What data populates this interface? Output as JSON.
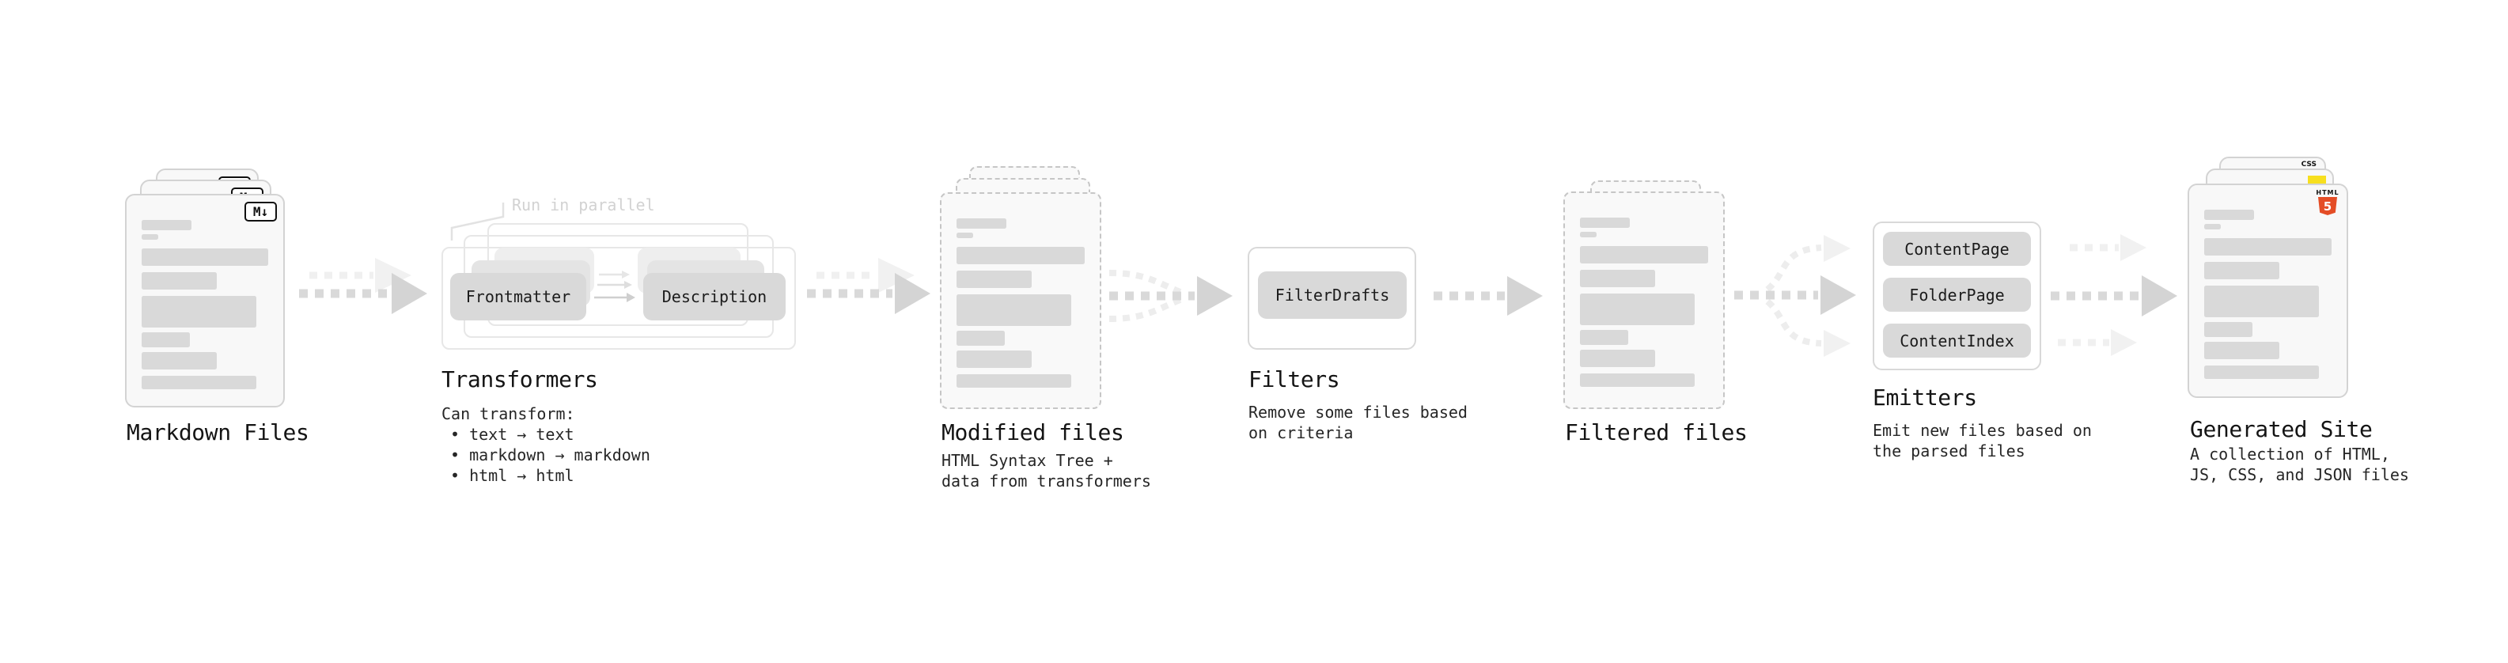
{
  "markdown_files": {
    "title": "Markdown Files",
    "badge": "M↓"
  },
  "transformers": {
    "title": "Transformers",
    "note": "Run in parallel",
    "pill_left": "Frontmatter",
    "pill_right": "Description",
    "heading": "Can transform:",
    "bullets": [
      "• text → text",
      "• markdown → markdown",
      "• html → html"
    ]
  },
  "modified_files": {
    "title": "Modified files",
    "desc1": "HTML Syntax Tree +",
    "desc2": "data from transformers"
  },
  "filters": {
    "title": "Filters",
    "pill": "FilterDrafts",
    "desc1": "Remove some files based",
    "desc2": "on criteria"
  },
  "filtered_files": {
    "title": "Filtered files"
  },
  "emitters": {
    "title": "Emitters",
    "pills": [
      "ContentPage",
      "FolderPage",
      "ContentIndex"
    ],
    "desc1": "Emit new files based on",
    "desc2": "the parsed files"
  },
  "generated_site": {
    "title": "Generated Site",
    "desc1": "A collection of HTML,",
    "desc2": "JS, CSS, and JSON files",
    "badge_css": "CSS",
    "badge_html": "HTML",
    "badge_html_num": "5"
  },
  "colors": {
    "wireframe_gray": "#d9d9d9",
    "arrow_gray": "#d4d4d4",
    "html5_orange": "#e44d26",
    "js_yellow": "#f7df1e",
    "css_blue": "#2f5ae0"
  }
}
